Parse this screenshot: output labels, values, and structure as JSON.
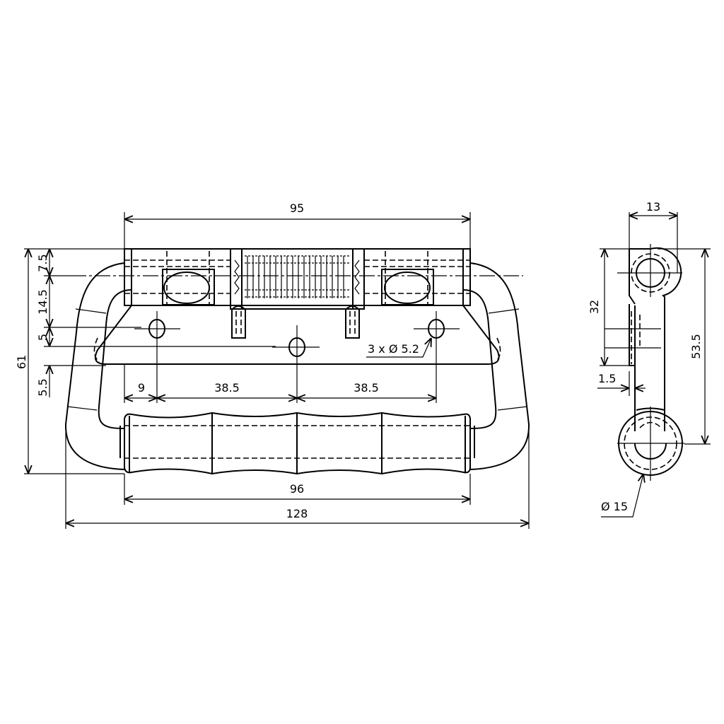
{
  "front_view": {
    "dimensions": {
      "top_width": "95",
      "grip_length": "96",
      "overall_width": "128",
      "overall_height": "61",
      "edge_to_hole": "9",
      "hole_spacing_left": "38.5",
      "hole_spacing_right": "38.5",
      "v1": "7.5",
      "v2": "14.5",
      "v3": "5",
      "v4": "5.5"
    },
    "hole_callout": "3 x Ø 5.2"
  },
  "side_view": {
    "dimensions": {
      "depth": "13",
      "plate_height": "32",
      "total_height": "53.5",
      "thickness": "1.5",
      "grip_diameter": "Ø 15"
    }
  }
}
